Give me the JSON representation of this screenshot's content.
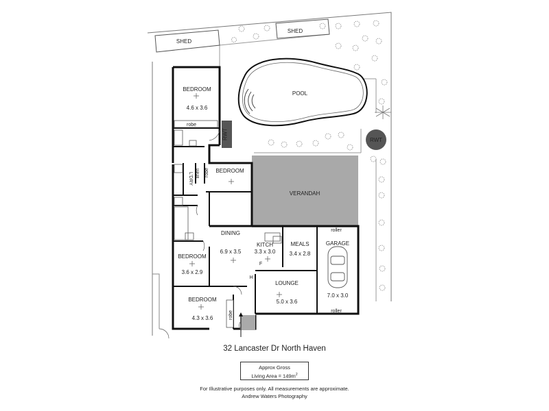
{
  "rooms": {
    "shed_left": "SHED",
    "shed_right": "SHED",
    "pool": "POOL",
    "bedroom1": {
      "name": "BEDROOM",
      "dims": "4.6 x 3.6"
    },
    "robe1": "robe",
    "rwt_left": "RWT",
    "rwt_right": "RWT",
    "laundry": "L'DRY",
    "linen": "linen",
    "robe2": "robe",
    "bedroom2": {
      "name": "BEDROOM"
    },
    "verandah": "VERANDAH",
    "dining": {
      "name": "DINING",
      "dims": "6.9 x 3.5"
    },
    "kitchen": {
      "name": "KITCH",
      "dims": "3.3 x 3.0"
    },
    "meals": {
      "name": "MEALS",
      "dims": "3.4 x 2.8"
    },
    "garage": {
      "name": "GARAGE",
      "dims": "7.0 x 3.0",
      "roller_top": "roller",
      "roller_bottom": "roller"
    },
    "bedroom3": {
      "name": "BEDROOM",
      "dims": "3.6 x 2.9"
    },
    "lounge": {
      "name": "LOUNGE",
      "dims": "5.0 x 3.6"
    },
    "bedroom4": {
      "name": "BEDROOM",
      "dims": "4.3 x 3.6"
    },
    "robe3": "robe",
    "fridge": "F",
    "heater": "H"
  },
  "address": "32 Lancaster Dr North Haven",
  "area": {
    "line1": "Approx Gross",
    "line2_prefix": "Living Area = 149m",
    "line2_sup": "2"
  },
  "disclaimer": {
    "line1": "For Illustrative purposes only.  All measurements are approximate.",
    "line2": "Andrew Waters Photography"
  },
  "colors": {
    "verandah_fill": "#a9a9a9",
    "rwt_fill": "#555555",
    "wall": "#111111"
  }
}
